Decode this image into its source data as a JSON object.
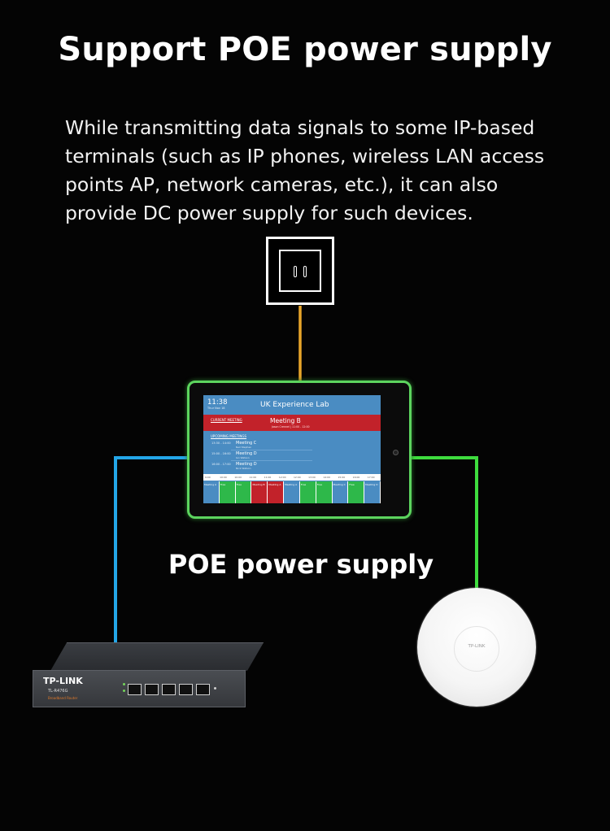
{
  "heading": {
    "title": "Support POE power supply",
    "description": "While transmitting data signals to some IP-based terminals (such as IP phones, wireless LAN access points AP, network cameras, etc.), it can also provide DC power supply for such devices."
  },
  "caption": "POE power supply",
  "colors": {
    "power_line": "#e8a52a",
    "data_line": "#23a6e8",
    "poe_line": "#3edc3e",
    "tablet_border": "#5cd45e"
  },
  "wall_socket": {
    "icon": "power-outlet-icon"
  },
  "tablet": {
    "time": "11:38",
    "date": "Thur Nov 18",
    "room": "UK Experience Lab",
    "current_label": "CURRENT MEETING",
    "current_title": "Meeting B",
    "current_sub": "Jason Crennel | 11:00 - 12:00",
    "upcoming_label": "UPCOMING MEETINGS",
    "upcoming": [
      {
        "time": "13:30 - 14:00",
        "title": "Meeting C",
        "host": "Neil Stephen"
      },
      {
        "time": "15:00 - 16:00",
        "title": "Meeting D",
        "host": "Ian Watson"
      },
      {
        "time": "16:00 - 17:00",
        "title": "Meeting D",
        "host": "Nick Watson"
      }
    ],
    "ticks": [
      "9:00",
      "10:00",
      "10:00",
      "11:00",
      "11:00",
      "12:00",
      "12:00",
      "13:00",
      "14:00",
      "15:00",
      "16:00",
      "17:00"
    ],
    "segments": [
      {
        "label": "Meeting A",
        "color": "#4a8cc2"
      },
      {
        "label": "Free",
        "color": "#2eb84a"
      },
      {
        "label": "Free",
        "color": "#2eb84a"
      },
      {
        "label": "Meeting B",
        "color": "#c2222a"
      },
      {
        "label": "Meeting A",
        "color": "#c2222a"
      },
      {
        "label": "Meeting A",
        "color": "#4a8cc2"
      },
      {
        "label": "Free",
        "color": "#2eb84a"
      },
      {
        "label": "Free",
        "color": "#2eb84a"
      },
      {
        "label": "Meeting C",
        "color": "#4a8cc2"
      },
      {
        "label": "Free",
        "color": "#2eb84a"
      },
      {
        "label": "Meeting D",
        "color": "#4a8cc2"
      }
    ]
  },
  "router": {
    "brand": "TP-LINK",
    "model": "TL-R476G",
    "sub": "Broadband Router"
  },
  "access_point": {
    "logo": "TP-LINK"
  }
}
